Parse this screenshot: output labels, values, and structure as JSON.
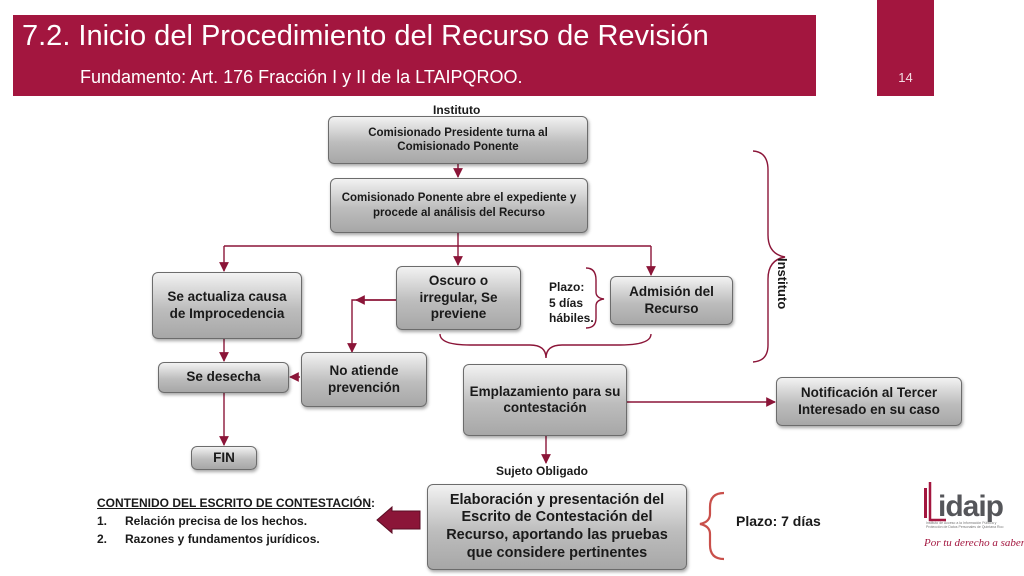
{
  "header": {
    "title": "7.2. Inicio del Procedimiento del Recurso de Revisión",
    "subtitle": "Fundamento: Art. 176 Fracción I y II de la LTAIPQROO.",
    "page_number": "14"
  },
  "labels": {
    "instituto_top": "Instituto",
    "instituto_side": "Instituto",
    "sujeto_obligado": "Sujeto Obligado",
    "plazo_5_lines": [
      "Plazo:",
      "5 días",
      "hábiles."
    ],
    "plazo_7": "Plazo: 7 días"
  },
  "nodes": {
    "turna": "Comisionado Presidente turna al Comisionado Ponente",
    "abre": "Comisionado Ponente  abre el expediente y procede al análisis del Recurso",
    "improcedencia": "Se actualiza causa de Improcedencia",
    "oscuro": "Oscuro o irregular, Se previene",
    "admision": "Admisión del Recurso",
    "desecha": "Se desecha",
    "no_atiende": "No atiende prevención",
    "emplazamiento": "Emplazamiento para su contestación",
    "notificacion": "Notificación al Tercer Interesado en su caso",
    "fin": "FIN",
    "elaboracion": "Elaboración y presentación del Escrito de Contestación del Recurso, aportando las pruebas que considere pertinentes"
  },
  "contenido": {
    "heading": "CONTENIDO DEL ESCRITO DE CONTESTACIÓN",
    "colon": ":",
    "items": [
      {
        "num": "1.",
        "text": "Relación precisa de los hechos."
      },
      {
        "num": "2.",
        "text": "Razones y fundamentos jurídicos."
      }
    ]
  },
  "logo": {
    "word": "idaip",
    "small_text": "Instituto de Acceso a la Información Pública y Protección de Datos Personales de Quintana Roo",
    "tagline": "Por tu derecho a saber"
  },
  "colors": {
    "brand": "#a3163f",
    "connector": "#8b1538",
    "box_border": "#6c6c6c"
  }
}
